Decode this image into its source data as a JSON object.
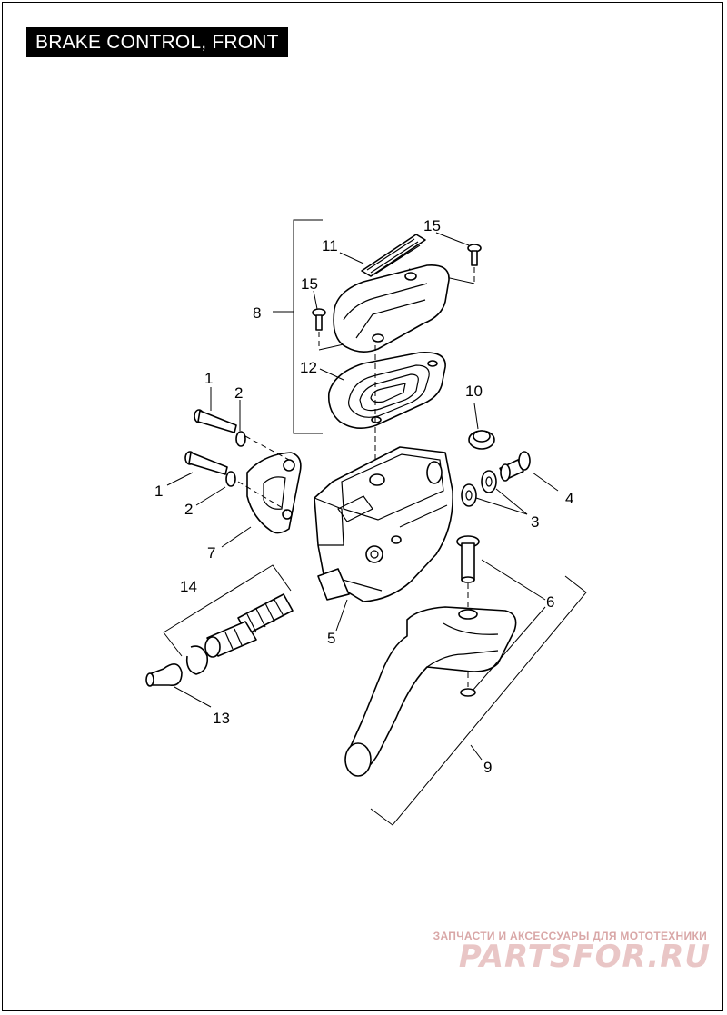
{
  "title": "BRAKE CONTROL, FRONT",
  "callouts": {
    "c1a": "1",
    "c1b": "1",
    "c2a": "2",
    "c2b": "2",
    "c3": "3",
    "c4": "4",
    "c5": "5",
    "c6": "6",
    "c7": "7",
    "c8": "8",
    "c9": "9",
    "c10": "10",
    "c11": "11",
    "c12": "12",
    "c13": "13",
    "c14": "14",
    "c15a": "15",
    "c15b": "15"
  },
  "watermark": {
    "tagline": "ЗАПЧАСТИ И АКСЕССУАРЫ ДЛЯ МОТОТЕХНИКИ",
    "logo": "PARTSFOR.RU"
  }
}
